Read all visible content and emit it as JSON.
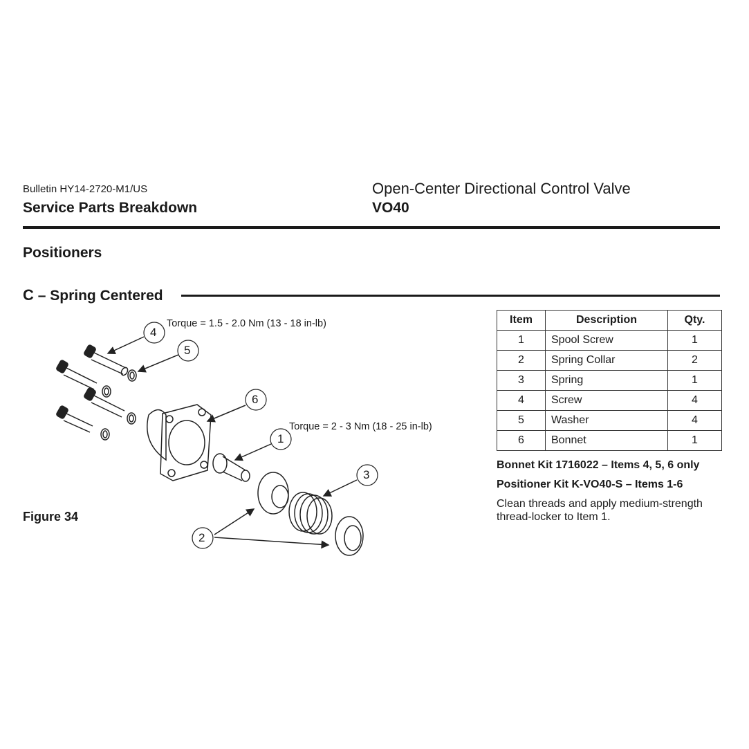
{
  "header": {
    "bulletin": "Bulletin HY14-2720-M1/US",
    "section": "Service Parts Breakdown",
    "title": "Open-Center Directional Control Valve",
    "model": "VO40"
  },
  "heading": "Positioners",
  "subheading": {
    "letter": "C",
    "text": "– Spring Centered"
  },
  "figure": {
    "label": "Figure 34",
    "torque_notes": [
      "Torque = 1.5 - 2.0 Nm (13 - 18 in-lb)",
      "Torque = 2 - 3 Nm (18 - 25 in-lb)"
    ],
    "callouts": [
      "1",
      "2",
      "3",
      "4",
      "5",
      "6"
    ]
  },
  "table": {
    "headers": [
      "Item",
      "Description",
      "Qty."
    ],
    "rows": [
      [
        "1",
        "Spool Screw",
        "1"
      ],
      [
        "2",
        "Spring Collar",
        "2"
      ],
      [
        "3",
        "Spring",
        "1"
      ],
      [
        "4",
        "Screw",
        "4"
      ],
      [
        "5",
        "Washer",
        "4"
      ],
      [
        "6",
        "Bonnet",
        "1"
      ]
    ]
  },
  "kits": [
    "Bonnet Kit 1716022 – Items 4, 5, 6 only",
    "Positioner Kit K-VO40-S – Items 1-6"
  ],
  "note": "Clean threads and apply medium-strength thread-locker to Item 1."
}
